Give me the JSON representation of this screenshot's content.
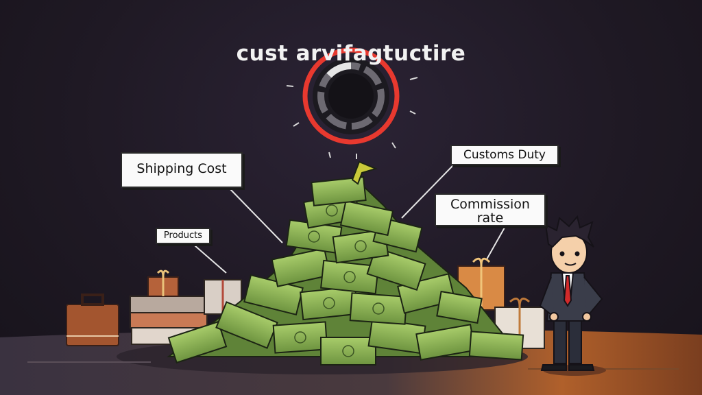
{
  "title": "cust arvifagtuctire",
  "labels": {
    "shipping": "Shipping Cost",
    "customs": "Customs Duty",
    "commission_line1": "Commission",
    "commission_line2": "rate",
    "products": "Products"
  },
  "colors": {
    "background": "#1f1924",
    "ring": "#e8392f",
    "money": "#7fa84a",
    "floor_glow": "#c8672a"
  },
  "icons": [
    "loading-ring-icon",
    "money-pile",
    "gift-box-icon",
    "suitcase-icon",
    "businessman-character"
  ]
}
